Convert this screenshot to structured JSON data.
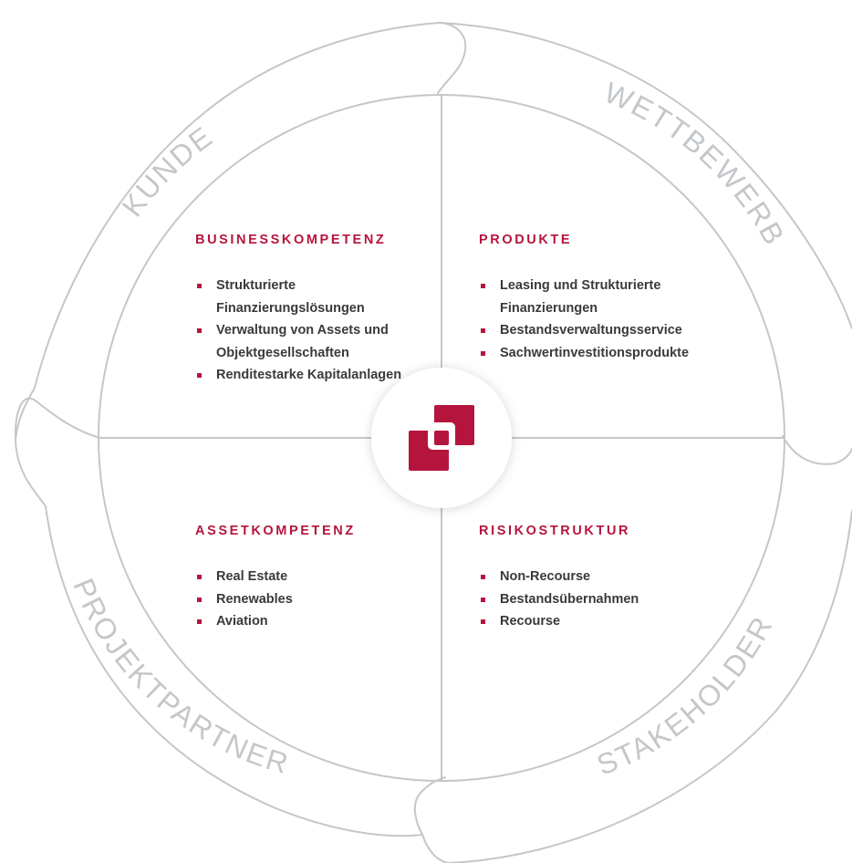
{
  "ring": {
    "labels": {
      "kunde": "KUNDE",
      "wettbewerb": "WETTBEWERB",
      "projektpartner": "PROJEKTPARTNER",
      "stakeholder": "STAKEHOLDER"
    }
  },
  "quadrants": {
    "business": {
      "title": "BUSINESSKOMPETENZ",
      "items": [
        "Strukturierte Finanzierungslösungen",
        "Verwaltung von Assets und Objektgesellschaften",
        "Renditestarke Kapitalanlagen"
      ]
    },
    "produkte": {
      "title": "PRODUKTE",
      "items": [
        "Leasing und Strukturierte Finanzierungen",
        "Bestandsverwaltungsservice",
        "Sachwertinvestitionsprodukte"
      ]
    },
    "asset": {
      "title": "ASSETKOMPETENZ",
      "items": [
        "Real Estate",
        "Renewables",
        "Aviation"
      ]
    },
    "risiko": {
      "title": "RISIKOSTRUKTUR",
      "items": [
        "Non-Recourse",
        "Bestandsübernahmen",
        "Recourse"
      ]
    }
  },
  "logo": {
    "icon": "interlocking-squares-logo-icon"
  },
  "colors": {
    "accent": "#b5153d",
    "line": "#c4c7ca",
    "text": "#3a3a3a"
  }
}
